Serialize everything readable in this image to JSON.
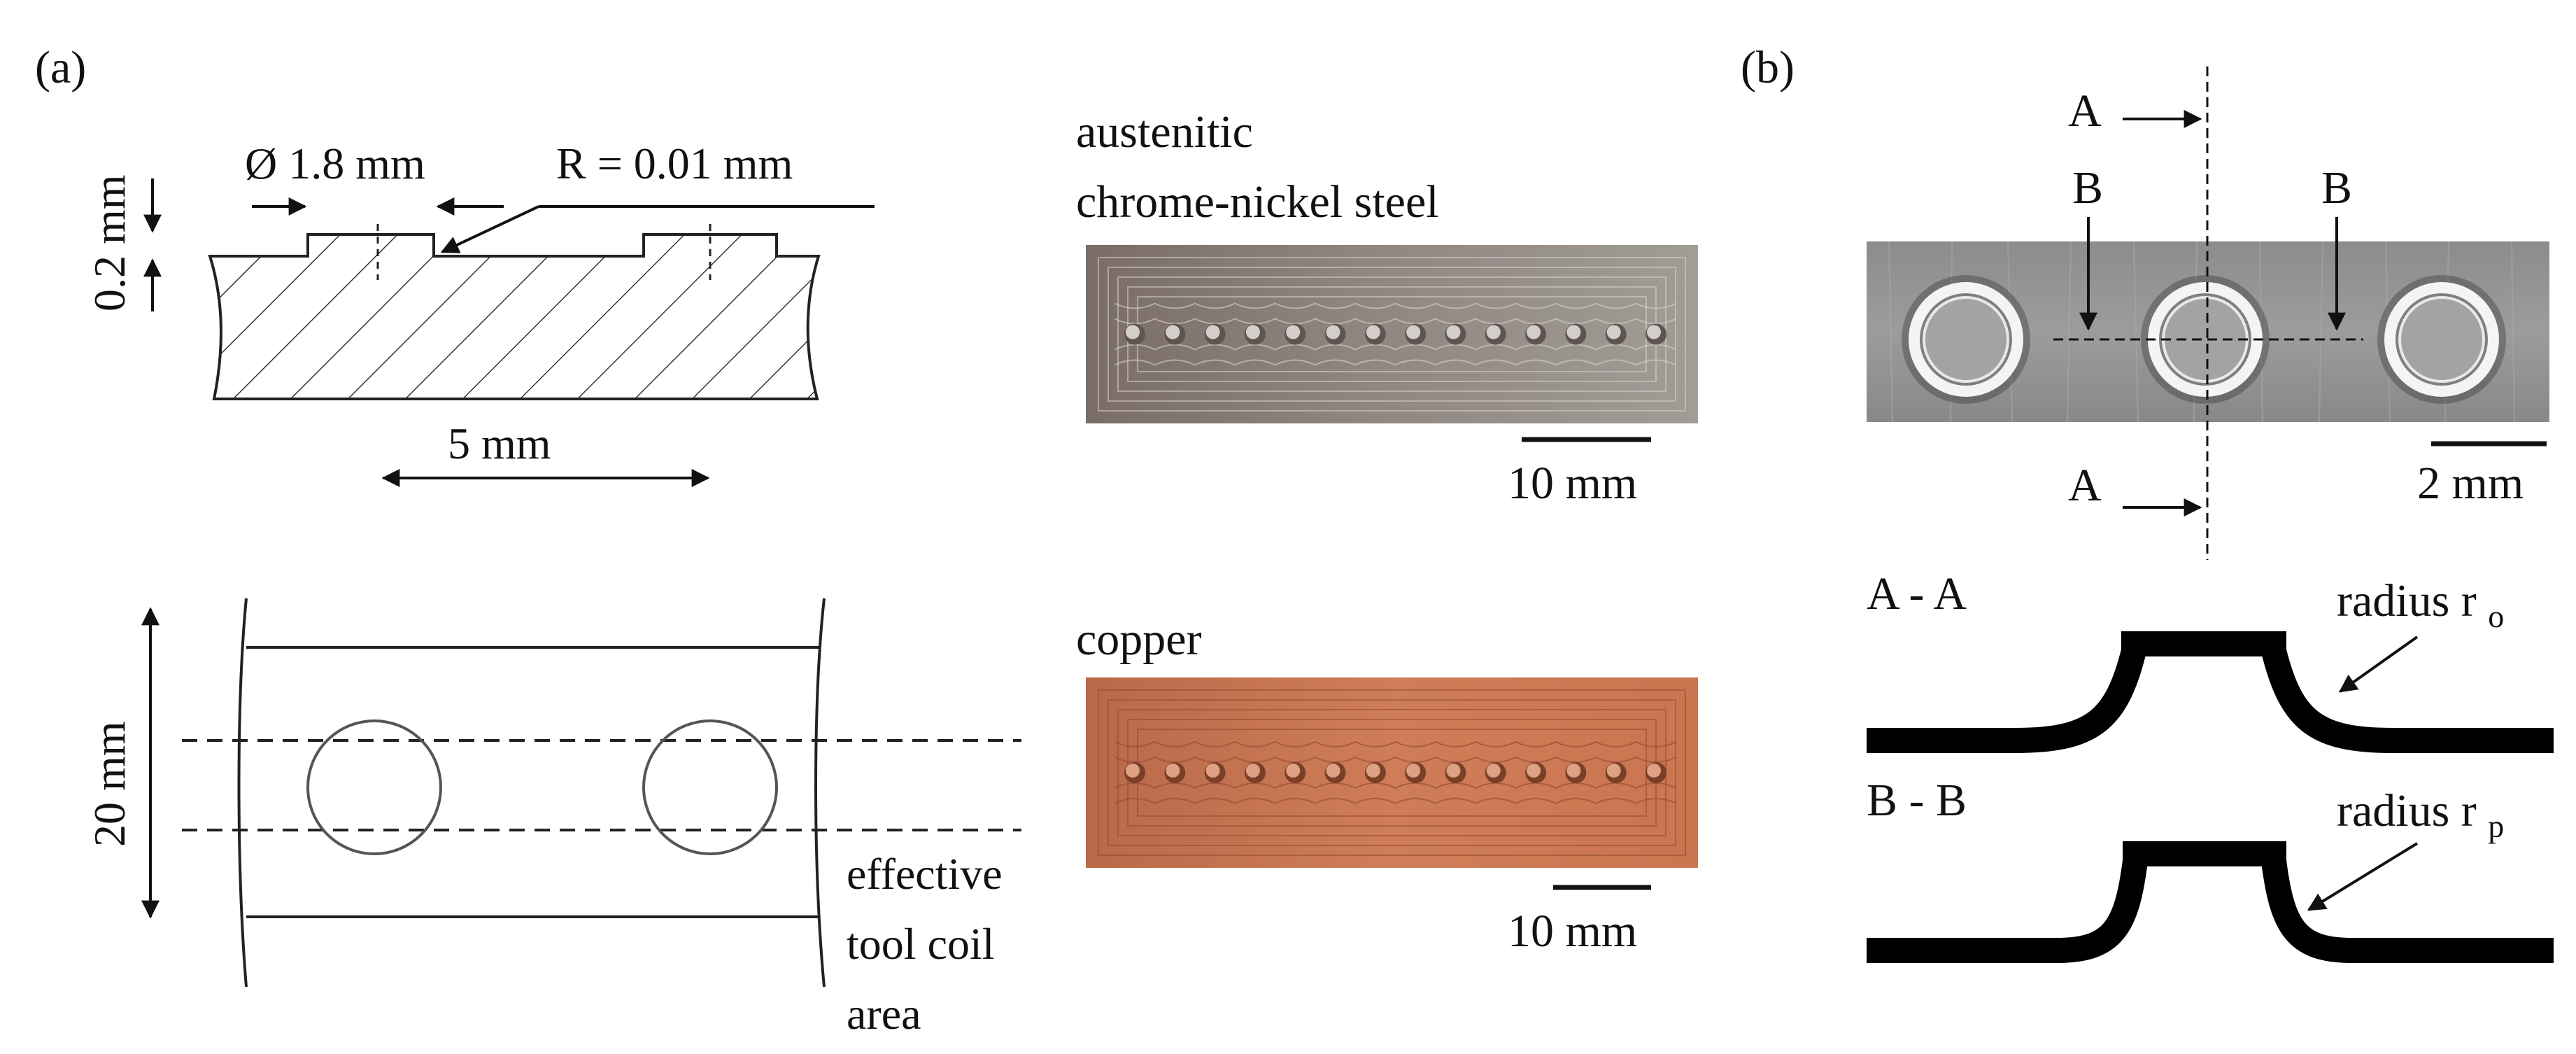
{
  "panel_a": {
    "label": "(a)",
    "cross_section": {
      "diameter_label": "Ø 1.8 mm",
      "radius_label": "R = 0.01 mm",
      "height_label": "0.2 mm",
      "pitch_label": "5 mm"
    },
    "top_view": {
      "width_label": "20 mm",
      "coil_area_label": [
        "effective",
        "tool coil",
        "area"
      ]
    },
    "photo_steel": {
      "material_label": [
        "austenitic",
        "chrome-nickel steel"
      ],
      "scale_label": "10 mm",
      "dimple_count": 14,
      "color": "#8a807a"
    },
    "photo_copper": {
      "material_label": "copper",
      "scale_label": "10 mm",
      "dimple_count": 14,
      "color": "#c8754f"
    }
  },
  "panel_b": {
    "label": "(b)",
    "micrograph": {
      "section_a": "A",
      "section_b": "B",
      "scale_label": "2 mm"
    },
    "profile_aa": {
      "title": "A - A",
      "radius_label": "radius r",
      "radius_sub": "o"
    },
    "profile_bb": {
      "title": "B - B",
      "radius_label": "radius r",
      "radius_sub": "p"
    }
  }
}
